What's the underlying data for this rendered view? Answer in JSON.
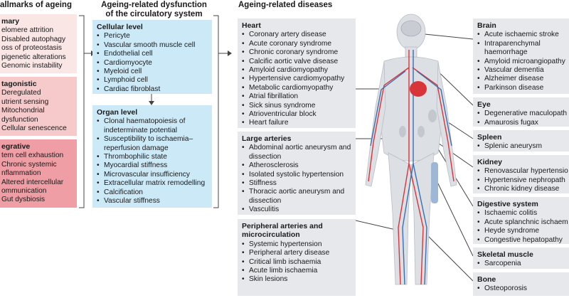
{
  "hallmarks": {
    "header": "allmarks of ageing",
    "primary": {
      "title": "mary",
      "items": [
        "elomere attrition",
        "Disabled autophagy",
        "oss of proteostasis",
        "pigenetic alterations",
        "Genomic instability"
      ]
    },
    "antagonistic": {
      "title": "tagonistic",
      "items": [
        "Deregulated",
        "utrient sensing",
        "Mitochondrial",
        "dysfunction",
        "Cellular senescence"
      ]
    },
    "integrative": {
      "title": "egrative",
      "items": [
        "tem cell exhaustion",
        "Chronic systemic",
        "nflammation",
        "Altered intercellular",
        "ommunication",
        "Gut dysbiosis"
      ]
    }
  },
  "circulatory": {
    "header_line1": "Ageing-related dysfunction",
    "header_line2": "of the circulatory system",
    "cellular": {
      "title": "Cellular level",
      "items": [
        "Pericyte",
        "Vascular smooth muscle cell",
        "Endothelial cell",
        "Cardiomyocyte",
        "Myeloid cell",
        "Lymphoid cell",
        "Cardiac fibroblast"
      ]
    },
    "organ": {
      "title": "Organ level",
      "items": [
        "Clonal haematopoiesis of indeterminate potential",
        "Susceptibility to ischaemia–reperfusion damage",
        "Thrombophilic state",
        "Myocardial stiffness",
        "Microvascular insufficiency",
        "Extracellular matrix remodelling",
        "Calcification",
        "Vascular stiffness"
      ]
    }
  },
  "diseases": {
    "header": "Ageing-related diseases",
    "heart": {
      "title": "Heart",
      "items": [
        "Coronary artery disease",
        "Acute coronary syndrome",
        "Chronic coronary syndrome",
        "Calcific aortic valve disease",
        "Amyloid cardiomyopathy",
        "Hypertensive cardiomyopathy",
        "Metabolic cardiomyopathy",
        "Atrial fibrillation",
        "Sick sinus syndrome",
        "Atrioventricular block",
        "Heart failure"
      ]
    },
    "large_arteries": {
      "title": "Large arteries",
      "items": [
        "Abdominal aortic aneurysm and dissection",
        "Atherosclerosis",
        "Isolated systolic hypertension",
        "Stiffness",
        "Thoracic aortic aneurysm and dissection",
        "Vasculitis"
      ]
    },
    "peripheral": {
      "title_line1": "Peripheral arteries and",
      "title_line2": "microcirculation",
      "items": [
        "Systemic hypertension",
        "Peripheral artery disease",
        "Critical limb ischaemia",
        "Acute limb ischaemia",
        "Skin lesions"
      ]
    }
  },
  "organs": {
    "brain": {
      "title": "Brain",
      "items": [
        "Acute ischaemic stroke",
        "Intraparenchymal haemorrhage",
        "Amyloid microangiopathy",
        "Vascular dementia",
        "Alzheimer disease",
        "Parkinson disease"
      ]
    },
    "eye": {
      "title": "Eye",
      "items": [
        "Degenerative maculopath",
        "Amaurosis fugax"
      ]
    },
    "spleen": {
      "title": "Spleen",
      "items": [
        "Splenic aneurysm"
      ]
    },
    "kidney": {
      "title": "Kidney",
      "items": [
        "Renovascular hypertensio",
        "Hypertensive nephropath",
        "Chronic kidney disease"
      ]
    },
    "digestive": {
      "title": "Digestive system",
      "items": [
        "Ischaemic colitis",
        "Acute splanchnic ischaem",
        "Heyde syndrome",
        "Congestive hepatopathy"
      ]
    },
    "skeletal": {
      "title": "Skeletal muscle",
      "items": [
        "Sarcopenia"
      ]
    },
    "bone": {
      "title": "Bone",
      "items": [
        "Osteoporosis"
      ]
    }
  },
  "colors": {
    "pink_light": "#fbe6e6",
    "pink_mid": "#f6c9cb",
    "pink_dark": "#ee9ea4",
    "blue": "#cce9f7",
    "grey": "#e6e8ec",
    "artery": "#d8353a",
    "vein": "#3a6fb0"
  }
}
